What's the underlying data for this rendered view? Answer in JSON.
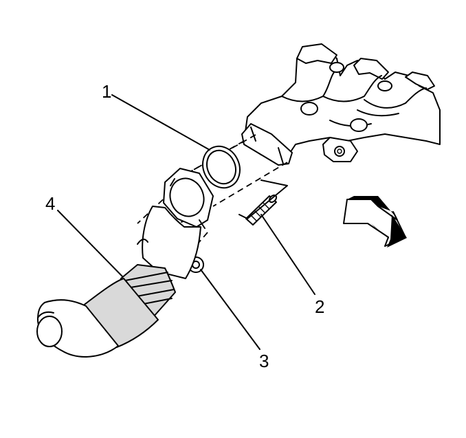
{
  "callouts": {
    "one": "1",
    "two": "2",
    "three": "3",
    "four": "4"
  },
  "components": {
    "exhaust_manifold": "exhaust-manifold",
    "manifold_gasket": "manifold-gasket",
    "stud": "stud",
    "nut": "nut",
    "exhaust_pipe": "exhaust-pipe",
    "direction_arrow": "arrow-icon"
  },
  "colors": {
    "ink": "#000000",
    "shade": "#d9d9d9",
    "background": "#ffffff"
  }
}
